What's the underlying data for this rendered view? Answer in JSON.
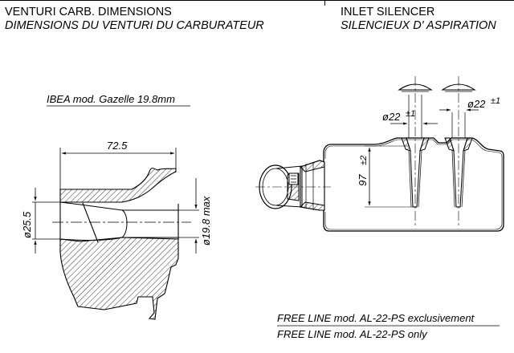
{
  "header": {
    "left_title": "VENTURI CARB. DIMENSIONS",
    "left_subtitle": "DIMENSIONS DU VENTURI DU CARBURATEUR",
    "right_title": "INLET SILENCER",
    "right_subtitle": "SILENCIEUX D' ASPIRATION"
  },
  "venturi": {
    "model_label": "IBEA mod. Gazelle 19.8mm",
    "length_dim": "72.5",
    "inlet_dim": "ø25.5",
    "throat_dim": "ø19.8 max"
  },
  "silencer": {
    "left_tube_dim": "ø22",
    "right_tube_dim": "ø22",
    "tolerance_tube": "±1",
    "height_dim": "97",
    "tolerance_height": "±2"
  },
  "footer": {
    "note_fr": "FREE LINE mod. AL-22-PS exclusivement",
    "note_en": "FREE LINE mod. AL-22-PS only"
  }
}
